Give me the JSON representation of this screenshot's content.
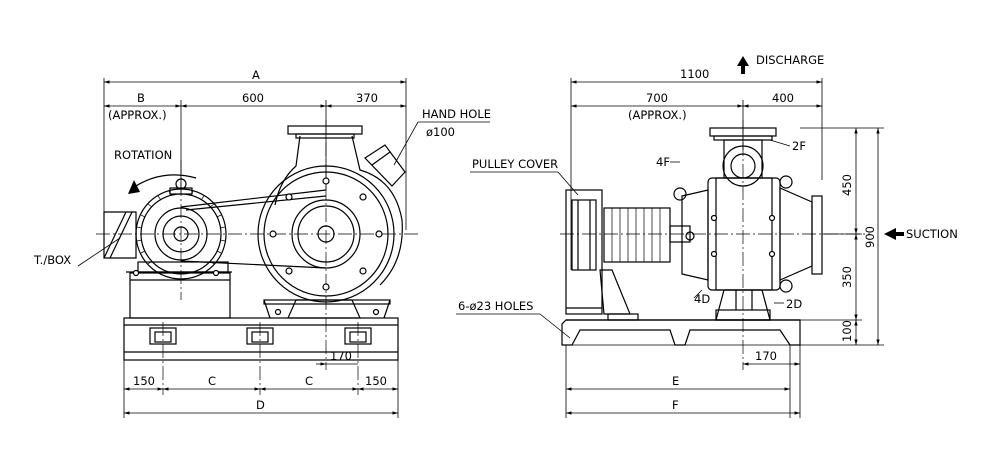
{
  "left_view": {
    "dim_A": "A",
    "dim_B": "B",
    "approx": "(APPROX.)",
    "dim_600": "600",
    "dim_370": "370",
    "hand_hole": "HAND HOLE",
    "hand_hole_dia": "ø100",
    "rotation": "ROTATION",
    "t_box": "T./BOX",
    "dim_170": "170",
    "dim_150_left": "150",
    "dim_C_1": "C",
    "dim_C_2": "C",
    "dim_150_right": "150",
    "dim_D": "D"
  },
  "right_view": {
    "dim_1100": "1100",
    "discharge": "DISCHARGE",
    "dim_700": "700",
    "dim_400": "400",
    "approx": "(APPROX.)",
    "pulley_cover": "PULLEY COVER",
    "label_4F": "4F",
    "label_2F": "2F",
    "label_4D": "4D",
    "label_2D": "2D",
    "dim_450": "450",
    "dim_900": "900",
    "dim_350": "350",
    "dim_100": "100",
    "suction": "SUCTION",
    "holes": "6-ø23 HOLES",
    "dim_170": "170",
    "dim_E": "E",
    "dim_F": "F"
  }
}
